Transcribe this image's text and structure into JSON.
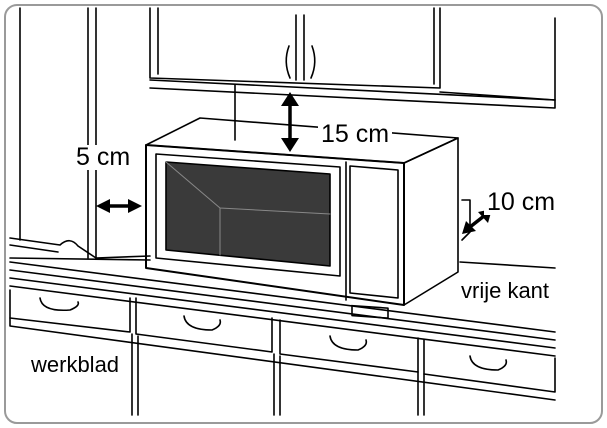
{
  "labels": {
    "top_clearance": "15 cm",
    "left_clearance": "5 cm",
    "right_clearance": "10 cm",
    "free_side": "vrije kant",
    "countertop": "werkblad"
  },
  "colors": {
    "line": "#000000",
    "background": "#ffffff",
    "window": "#3a3a3a",
    "frame": "#9a9a9a"
  }
}
